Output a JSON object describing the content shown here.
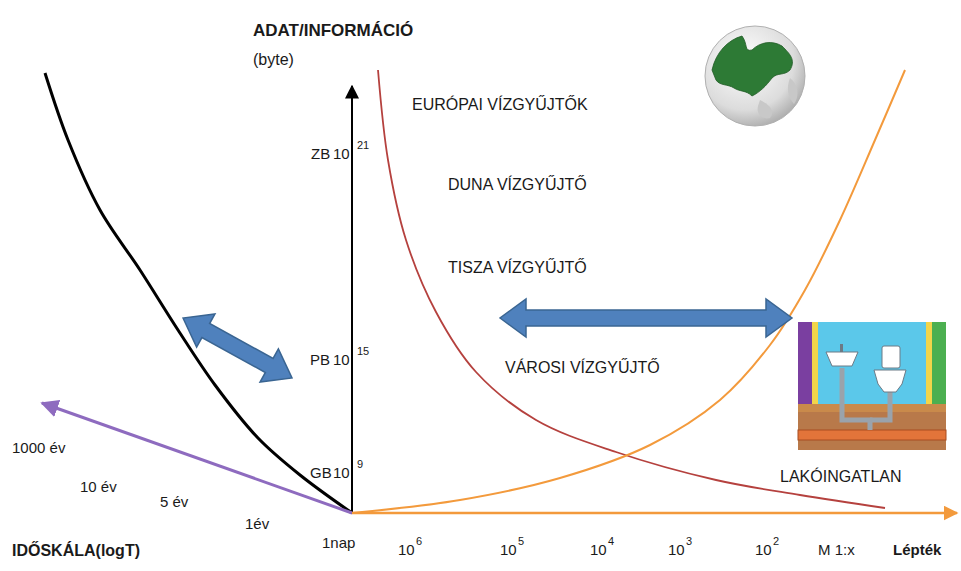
{
  "diagram": {
    "labels": [
      "ADAT/INFORMÁCIÓ",
      "(byte)",
      "ZB",
      "10",
      "21",
      "EURÓPAI VÍZGYŰJTŐK",
      "DUNA VÍZGYŰJTŐ",
      "TISZA VÍZGYŰJTŐ",
      "PB",
      "10",
      "15",
      "VÁROSI VÍZGYŰJTŐ",
      "1000 év",
      "GB",
      "10",
      "9",
      "10 év",
      "5 év",
      "LAKÓINGATLAN",
      "1év",
      "1nap",
      "IDŐSKÁLA(logT)",
      "10",
      "6",
      "10",
      "5",
      "10",
      "4",
      "10",
      "3",
      "10",
      "2",
      "M 1:x",
      "Lépték"
    ]
  }
}
